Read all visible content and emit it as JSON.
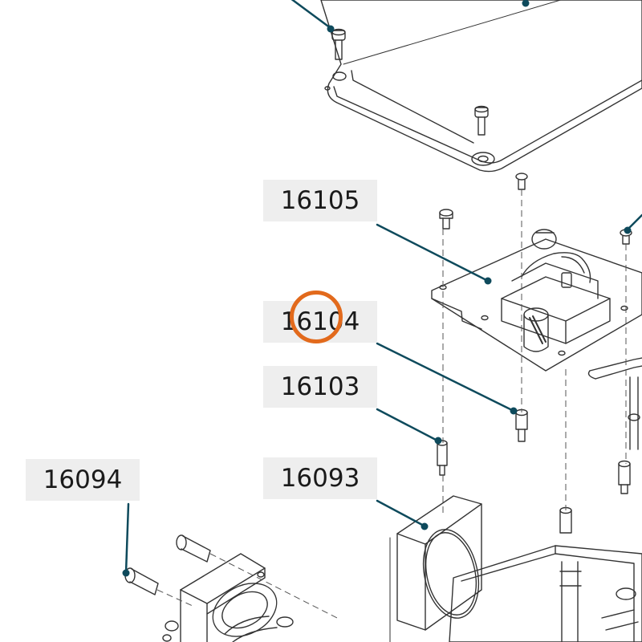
{
  "callouts": [
    {
      "id": "16105"
    },
    {
      "id": "16104"
    },
    {
      "id": "16103"
    },
    {
      "id": "16093"
    },
    {
      "id": "16094"
    }
  ],
  "highlight": {
    "target": "16104"
  },
  "colors": {
    "leader": "#0e4a5c",
    "highlight": "#e26a1c",
    "callout_bg": "#eeeeee",
    "line": "#333333"
  }
}
